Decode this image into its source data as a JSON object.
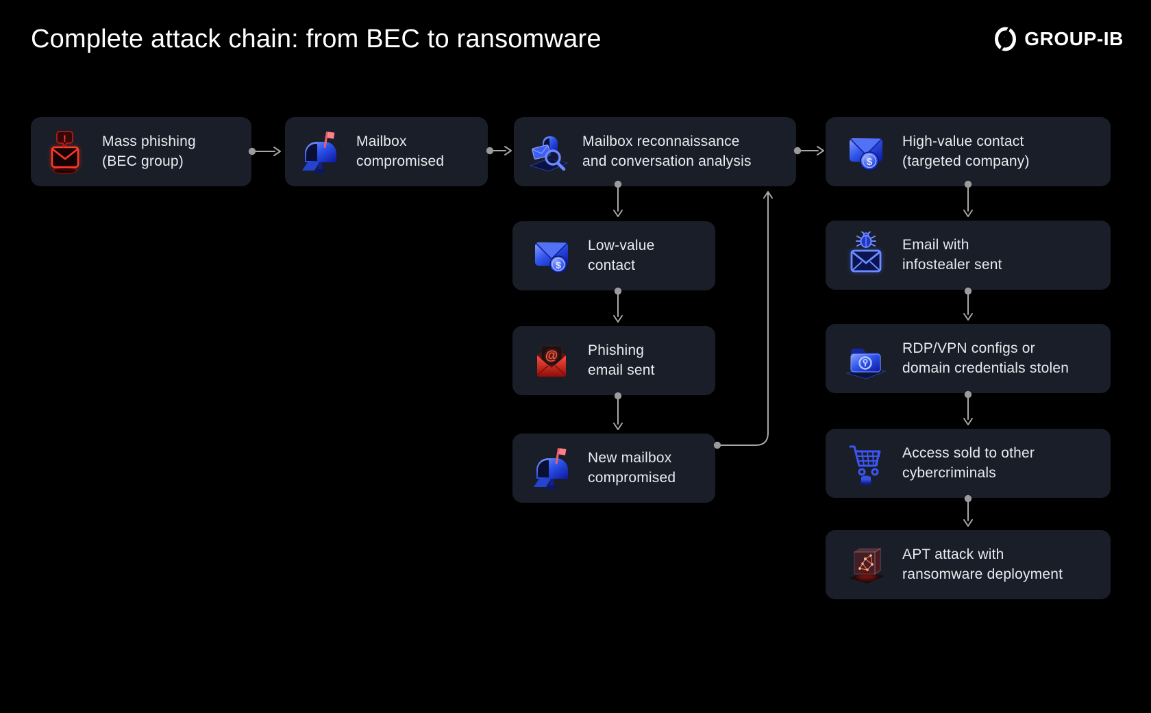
{
  "page": {
    "title": "Complete attack chain: from BEC to ransomware",
    "background": "#000000"
  },
  "brand": {
    "name": "GROUP-IB",
    "logo_icon": "group-ib-logo-icon"
  },
  "colors": {
    "card_bg": "#1a1e28",
    "text": "#e9ebf0",
    "title": "#ffffff",
    "connector": "#a8a8a8",
    "accent_blue": "#2f55ec",
    "accent_red": "#ff3a26"
  },
  "flow": {
    "nodes": [
      {
        "id": "mass-phishing",
        "icon": "alert-envelope-icon",
        "label_lines": [
          "Mass phishing",
          "(BEC group)"
        ]
      },
      {
        "id": "mailbox-compromised",
        "icon": "mailbox-icon",
        "label_lines": [
          "Mailbox",
          "compromised"
        ]
      },
      {
        "id": "mailbox-recon",
        "icon": "mailbox-search-icon",
        "label_lines": [
          "Mailbox reconnaissance",
          "and conversation analysis"
        ]
      },
      {
        "id": "high-value-contact",
        "icon": "envelope-dollar-icon",
        "label_lines": [
          "High-value contact",
          "(targeted company)"
        ]
      },
      {
        "id": "low-value-contact",
        "icon": "envelope-dollar-icon",
        "label_lines": [
          "Low-value",
          "contact"
        ]
      },
      {
        "id": "phishing-email-sent",
        "icon": "phishing-at-envelope-icon",
        "label_lines": [
          "Phishing",
          "email sent"
        ]
      },
      {
        "id": "new-mailbox-compromised",
        "icon": "mailbox-icon",
        "label_lines": [
          "New mailbox",
          "compromised"
        ]
      },
      {
        "id": "email-infostealer",
        "icon": "bug-envelope-icon",
        "label_lines": [
          "Email with",
          "infostealer sent"
        ]
      },
      {
        "id": "rdp-vpn",
        "icon": "locked-folder-icon",
        "label_lines": [
          "RDP/VPN configs or",
          "domain credentials stolen"
        ]
      },
      {
        "id": "access-sold",
        "icon": "cart-icon",
        "label_lines": [
          "Access sold to other",
          "cybercriminals"
        ]
      },
      {
        "id": "apt-attack",
        "icon": "ransomware-cube-icon",
        "label_lines": [
          "APT attack with",
          "ransomware deployment"
        ]
      }
    ],
    "edges": [
      {
        "from": "mass-phishing",
        "to": "mailbox-compromised"
      },
      {
        "from": "mailbox-compromised",
        "to": "mailbox-recon"
      },
      {
        "from": "mailbox-recon",
        "to": "high-value-contact"
      },
      {
        "from": "mailbox-recon",
        "to": "low-value-contact"
      },
      {
        "from": "low-value-contact",
        "to": "phishing-email-sent"
      },
      {
        "from": "phishing-email-sent",
        "to": "new-mailbox-compromised"
      },
      {
        "from": "new-mailbox-compromised",
        "to": "mailbox-recon"
      },
      {
        "from": "high-value-contact",
        "to": "email-infostealer"
      },
      {
        "from": "email-infostealer",
        "to": "rdp-vpn"
      },
      {
        "from": "rdp-vpn",
        "to": "access-sold"
      },
      {
        "from": "access-sold",
        "to": "apt-attack"
      }
    ]
  }
}
